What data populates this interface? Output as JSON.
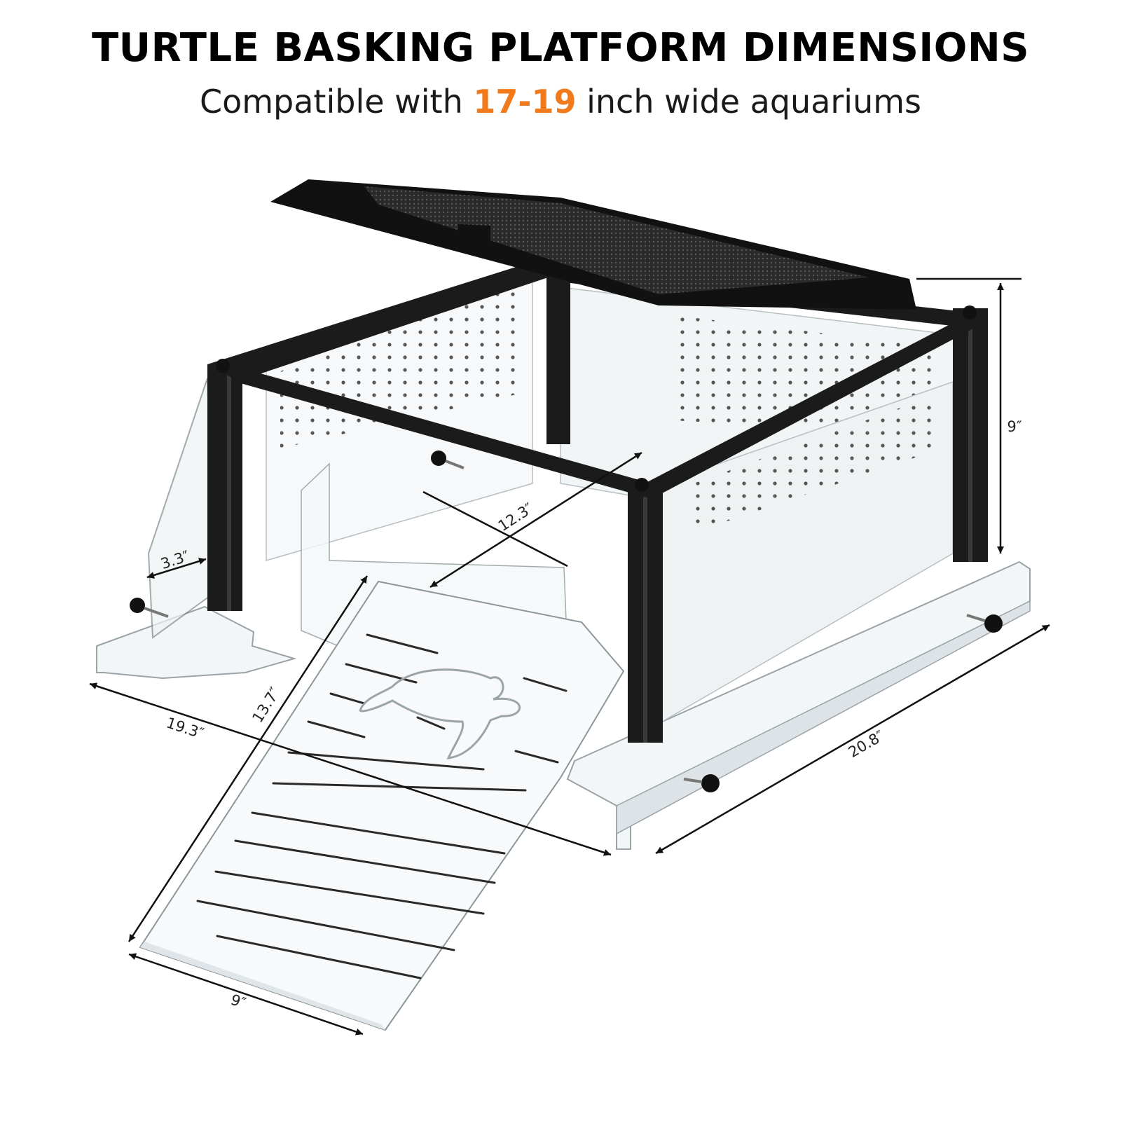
{
  "header": {
    "title": "TURTLE BASKING PLATFORM DIMENSIONS",
    "subtitle_prefix": "Compatible with ",
    "subtitle_highlight": "17-19",
    "subtitle_suffix": " inch wide aquariums"
  },
  "colors": {
    "highlight": "#f07a1c",
    "frame": "#1b1b1b",
    "acrylic": "#e9eef0",
    "dimension_line": "#111111"
  },
  "dimensions": {
    "height": "9″",
    "inner_depth": "12.3″",
    "ledge": "3.3″",
    "ramp_length": "13.7″",
    "width": "19.3″",
    "length": "20.8″",
    "ramp_width": "9″"
  }
}
